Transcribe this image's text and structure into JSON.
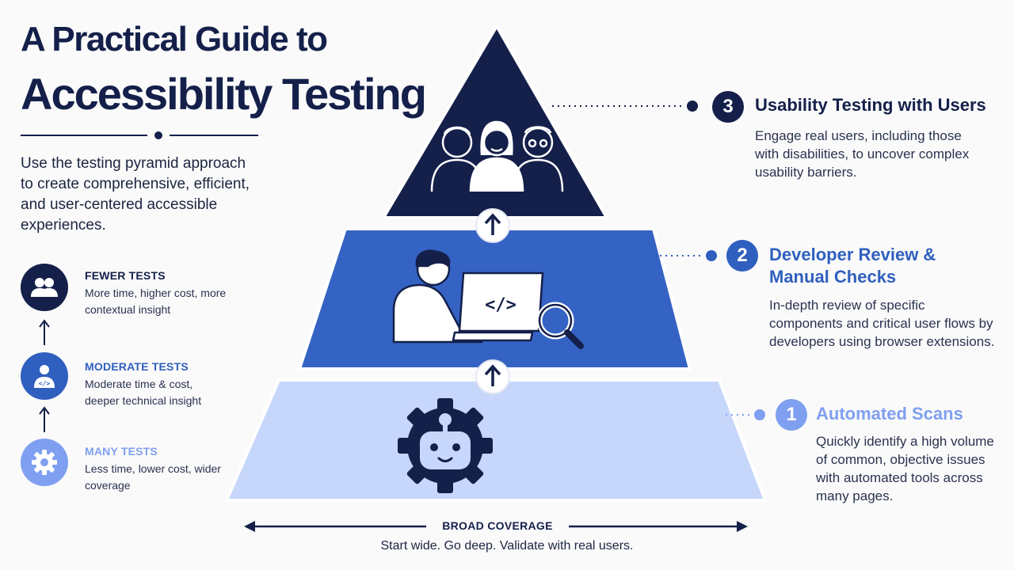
{
  "title": {
    "line1": "A Practical Guide to",
    "line2": "Accessibility Testing"
  },
  "intro": "Use the testing pyramid approach to create comprehensive, efficient, and user-centered accessible experiences.",
  "legend": [
    {
      "title": "FEWER TESTS",
      "description": "More time, higher cost, more contextual insight",
      "icon": "users-icon",
      "color": "#14204a"
    },
    {
      "title": "MODERATE TESTS",
      "description": "Moderate time & cost, deeper technical insight",
      "icon": "developer-code-icon",
      "color": "#2f5fbf"
    },
    {
      "title": "MANY TESTS",
      "description": "Less time, lower cost, wider coverage",
      "icon": "gear-icon",
      "color": "#7f9ff0"
    }
  ],
  "steps": [
    {
      "number": "3",
      "title": "Usability Testing with Users",
      "description": "Engage real users, including those with disabilities, to uncover complex usability barriers.",
      "color": "#14204a",
      "icon": "three-users-icon"
    },
    {
      "number": "2",
      "title": "Developer Review & Manual Checks",
      "description": "In-depth review of specific components and critical user flows by developers using browser extensions.",
      "color": "#2f5fbf",
      "icon": "developer-laptop-icon"
    },
    {
      "number": "1",
      "title": "Automated Scans",
      "description": "Quickly identify a high volume of common, objective issues with automated tools across many pages.",
      "color": "#7f9ff0",
      "icon": "robot-gear-icon"
    }
  ],
  "bottom": {
    "label": "BROAD COVERAGE",
    "tagline": "Start wide. Go deep. Validate with real users."
  }
}
